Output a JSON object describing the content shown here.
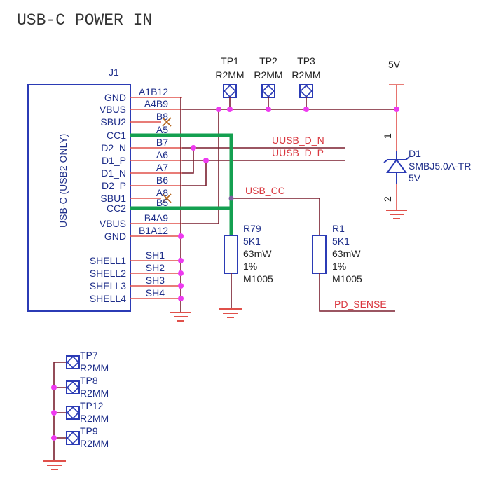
{
  "title": "USB-C POWER IN",
  "connector": {
    "ref": "J1",
    "name": "USB-C (USB2 ONLY)",
    "pins": [
      {
        "name": "GND",
        "num": "A1B12"
      },
      {
        "name": "VBUS",
        "num": "A4B9"
      },
      {
        "name": "SBU2",
        "num": "B8",
        "nc": true
      },
      {
        "name": "CC1",
        "num": "A5"
      },
      {
        "name": "D2_N",
        "num": "B7"
      },
      {
        "name": "D1_P",
        "num": "A6"
      },
      {
        "name": "D1_N",
        "num": "A7"
      },
      {
        "name": "D2_P",
        "num": "B6"
      },
      {
        "name": "SBU1",
        "num": "A8",
        "nc": true
      },
      {
        "name": "CC2",
        "num": "B5"
      },
      {
        "name": "VBUS",
        "num": "B4A9"
      },
      {
        "name": "GND",
        "num": "B1A12"
      }
    ],
    "shell": [
      {
        "name": "SHELL1",
        "num": "SH1"
      },
      {
        "name": "SHELL2",
        "num": "SH2"
      },
      {
        "name": "SHELL3",
        "num": "SH3"
      },
      {
        "name": "SHELL4",
        "num": "SH4"
      }
    ]
  },
  "testpoints_top": [
    {
      "ref": "TP1",
      "value": "R2MM"
    },
    {
      "ref": "TP2",
      "value": "R2MM"
    },
    {
      "ref": "TP3",
      "value": "R2MM"
    }
  ],
  "testpoints_gnd": [
    {
      "ref": "TP7",
      "value": "R2MM"
    },
    {
      "ref": "TP8",
      "value": "R2MM"
    },
    {
      "ref": "TP12",
      "value": "R2MM"
    },
    {
      "ref": "TP9",
      "value": "R2MM"
    }
  ],
  "power": {
    "label": "5V"
  },
  "diode": {
    "ref": "D1",
    "part": "SMBJ5.0A-TR",
    "value": "5V",
    "pin1": "1",
    "pin2": "2"
  },
  "nets": {
    "d_n": "UUSB_D_N",
    "d_p": "UUSB_D_P",
    "cc": "USB_CC",
    "pd_sense": "PD_SENSE"
  },
  "resistors": [
    {
      "ref": "R79",
      "value": "5K1",
      "power": "63mW",
      "tol": "1%",
      "pkg": "M1005"
    },
    {
      "ref": "R1",
      "value": "5K1",
      "power": "63mW",
      "tol": "1%",
      "pkg": "M1005"
    }
  ],
  "colors": {
    "wire": "#7a1f2f",
    "pin": "#e0504a",
    "body": "#2b3bb5",
    "highlight": "#14a050",
    "junction": "#ee3af0",
    "net_label": "#d9363e"
  }
}
